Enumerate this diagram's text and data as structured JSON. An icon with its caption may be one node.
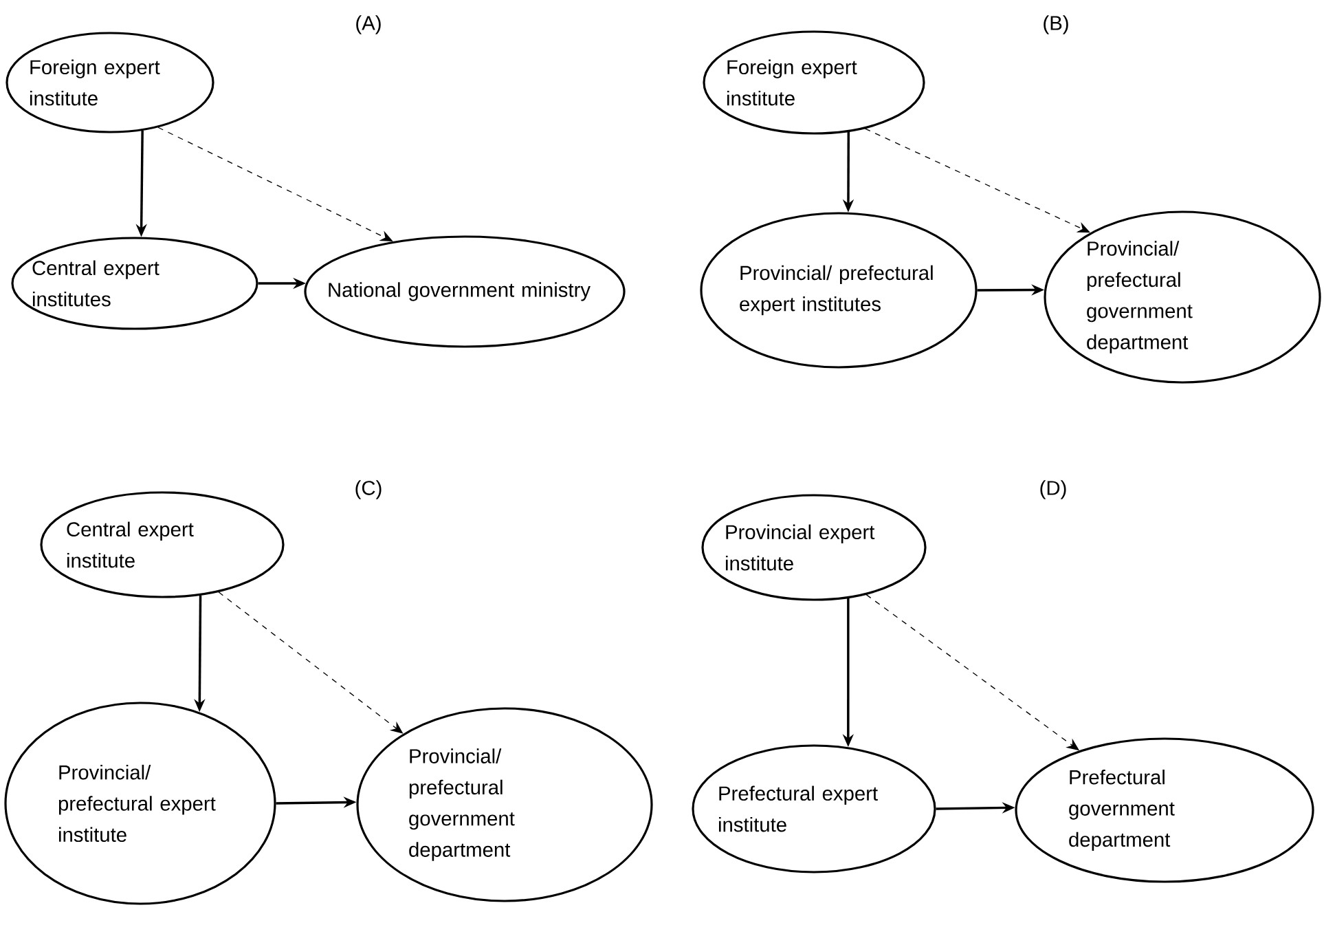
{
  "diagram": {
    "nodes": [
      {
        "text": [
          "Foreign expert institute"
        ]
      },
      {
        "text": [
          "Central expert institutes"
        ]
      },
      {
        "text": [
          "National government ministry"
        ]
      },
      {
        "text": [
          "Foreign expert institute"
        ]
      },
      {
        "text": [
          "Provincial/ prefectural expert institutes"
        ]
      },
      {
        "text": [
          "Provincial/ prefectural government department"
        ]
      },
      {
        "text": [
          "Central expert institute"
        ]
      },
      {
        "text": [
          "Provincial/ prefectural expert institute"
        ]
      },
      {
        "text": [
          "Provincial/ prefectural government department"
        ]
      },
      {
        "text": [
          "Provincial expert institute"
        ]
      },
      {
        "text": [
          "Prefectural expert institute"
        ]
      },
      {
        "text": [
          "Prefectural government department"
        ]
      }
    ],
    "edges": [
      {
        "from": 0,
        "to": 1,
        "arrow": "to"
      },
      {
        "from": 0,
        "to": 2,
        "arrow": "to",
        "style": "dashed"
      },
      {
        "from": 1,
        "to": 2,
        "arrow": "to"
      },
      {
        "from": 3,
        "to": 4,
        "arrow": "to"
      },
      {
        "from": 3,
        "to": 5,
        "arrow": "to",
        "style": "dashed"
      },
      {
        "from": 4,
        "to": 5,
        "arrow": "to"
      },
      {
        "from": 6,
        "to": 7,
        "arrow": "to"
      },
      {
        "from": 6,
        "to": 8,
        "arrow": "to",
        "style": "dashed"
      },
      {
        "from": 7,
        "to": 8,
        "arrow": "to"
      },
      {
        "from": 9,
        "to": 10,
        "arrow": "to"
      },
      {
        "from": 9,
        "to": 11,
        "arrow": "to",
        "style": "dashed"
      },
      {
        "from": 10,
        "to": 11,
        "arrow": "to"
      }
    ],
    "labels": [
      "(A)",
      "(B)",
      "(C)",
      "(D)"
    ]
  }
}
